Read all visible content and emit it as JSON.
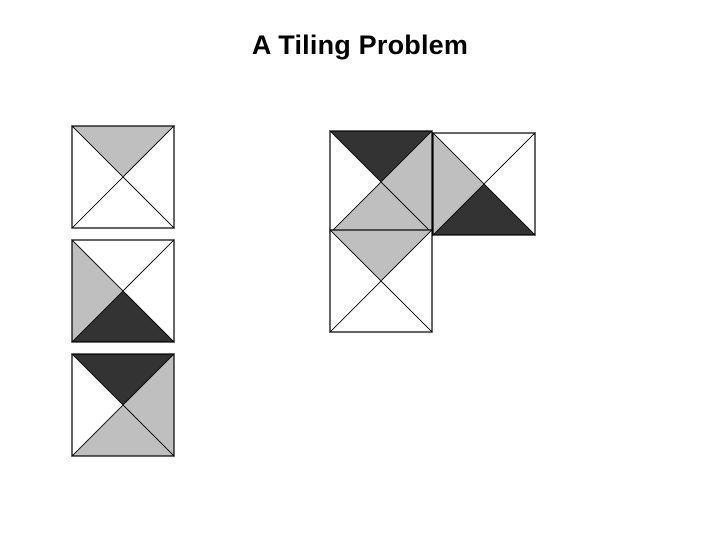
{
  "title": "A Tiling Problem",
  "colors": {
    "white": "#ffffff",
    "light": "#bfbfbf",
    "dark": "#333333",
    "edge": "#000000"
  },
  "tile_types": [
    {
      "top": "light",
      "right": "white",
      "bottom": "white",
      "left": "white"
    },
    {
      "top": "white",
      "right": "white",
      "bottom": "dark",
      "left": "light"
    },
    {
      "top": "dark",
      "right": "light",
      "bottom": "light",
      "left": "white"
    }
  ],
  "arrangement": [
    {
      "top": "dark",
      "right": "light",
      "bottom": "light",
      "left": "white"
    },
    {
      "top": "white",
      "right": "white",
      "bottom": "dark",
      "left": "light"
    },
    {
      "top": "light",
      "right": "white",
      "bottom": "white",
      "left": "white"
    }
  ]
}
